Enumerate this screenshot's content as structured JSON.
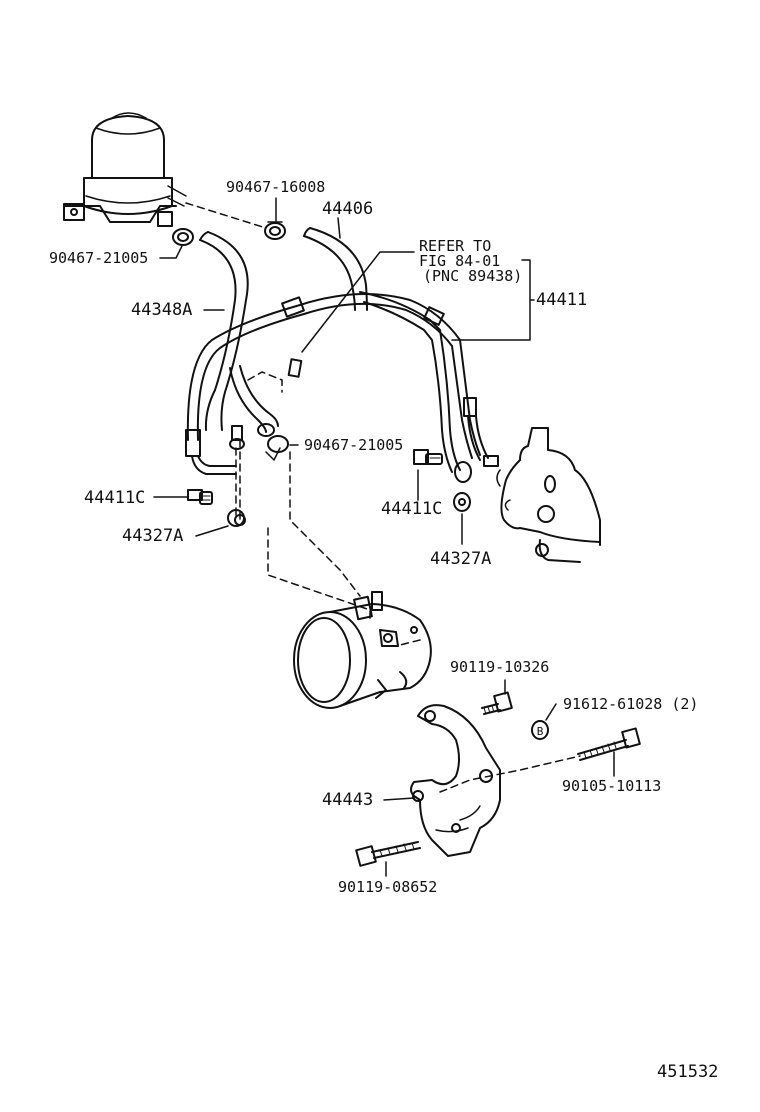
{
  "diagram": {
    "figure_number": "451532",
    "labels": {
      "p_90467_16008": "90467-16008",
      "p_44406": "44406",
      "p_90467_21005_top": "90467-21005",
      "p_44348A": "44348A",
      "p_refer_line1": "REFER TO",
      "p_refer_line2": "FIG 84-01",
      "p_refer_line3": "(PNC 89438)",
      "p_44411": "44411",
      "p_90467_21005_mid": "90467-21005",
      "p_44411C_left": "44411C",
      "p_44327A_left": "44327A",
      "p_44411C_right": "44411C",
      "p_44327A_right": "44327A",
      "p_90119_10326": "90119-10326",
      "p_91612_61028": "91612-61028 (2)",
      "p_90105_10113": "90105-10113",
      "p_44443": "44443",
      "p_90119_08652": "90119-08652",
      "b_marker": "B"
    }
  }
}
